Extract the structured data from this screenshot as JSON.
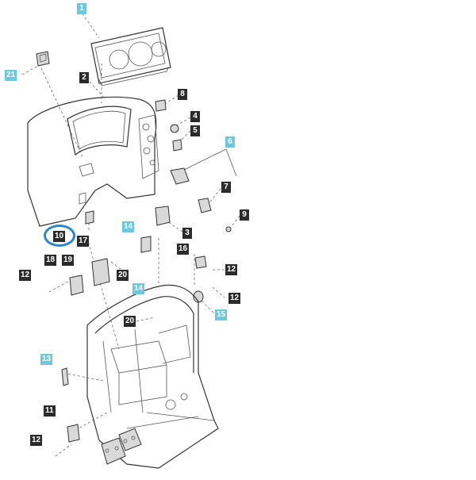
{
  "diagram": {
    "highlight_color": "#2a86c8",
    "label_colors": {
      "dark": "#2b2b2b",
      "cyan": "#6ec8dd"
    },
    "labels": [
      "1",
      "2",
      "21",
      "8",
      "4",
      "5",
      "6",
      "7",
      "9",
      "3",
      "14",
      "10",
      "17",
      "18",
      "19",
      "12",
      "20",
      "16",
      "12",
      "14",
      "12",
      "15",
      "20",
      "13",
      "11",
      "12"
    ]
  }
}
